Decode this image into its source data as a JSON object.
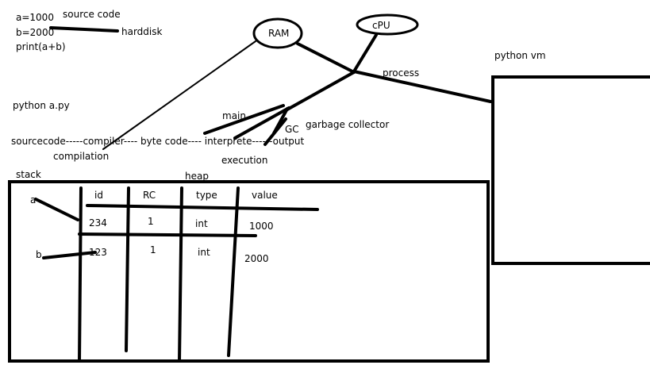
{
  "code": {
    "line1": "a=1000",
    "line2": "b=2000",
    "line3": "print(a+b)"
  },
  "labels": {
    "source_code": "source code",
    "harddisk": "harddisk",
    "ram": "RAM",
    "cpu": "cPU",
    "process": "process",
    "python_vm": "python vm",
    "command": "python a.py",
    "main": "main",
    "gc": "GC",
    "garbage_collector": "garbage collector",
    "pipeline": "sourcecode-----compiler---- byte code---- interprete------output",
    "compilation": "compilation",
    "execution": "execution",
    "stack": "stack",
    "heap": "heap",
    "var_a": "a",
    "var_b": "b"
  },
  "heap_table": {
    "headers": [
      "id",
      "RC",
      "type",
      "value"
    ],
    "rows": [
      [
        "234",
        "1",
        "int",
        "1000"
      ],
      [
        "123",
        "1",
        "int",
        "2000"
      ]
    ]
  }
}
